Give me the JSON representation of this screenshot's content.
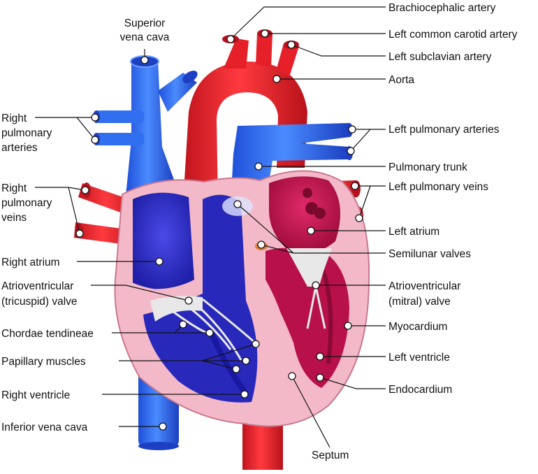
{
  "colors": {
    "vein_blue": "#2f6ff0",
    "vein_blue_dark": "#1d3fc4",
    "artery_red": "#f0262d",
    "artery_red_dark": "#b5121c",
    "myocardium_pink": "#f2b8c6",
    "chamber_left": "#c4124a",
    "chamber_right": "#2626b8",
    "valve_white": "#e6e6e6"
  },
  "labels": {
    "superior_vena_cava": [
      "Superior",
      "vena cava"
    ],
    "brachiocephalic_artery": "Brachiocephalic artery",
    "left_common_carotid_artery": "Left common carotid artery",
    "left_subclavian_artery": "Left subclavian artery",
    "aorta": "Aorta",
    "left_pulmonary_arteries": "Left pulmonary arteries",
    "pulmonary_trunk": "Pulmonary trunk",
    "left_pulmonary_veins": "Left pulmonary veins",
    "left_atrium": "Left atrium",
    "semilunar_valves": "Semilunar valves",
    "av_mitral_valve": [
      "Atrioventricular",
      "(mitral) valve"
    ],
    "myocardium": "Myocardium",
    "left_ventricle": "Left ventricle",
    "endocardium": "Endocardium",
    "septum": "Septum",
    "right_pulmonary_arteries": [
      "Right",
      "pulmonary",
      "arteries"
    ],
    "right_pulmonary_veins": [
      "Right",
      "pulmonary",
      "veins"
    ],
    "right_atrium": "Right atrium",
    "av_tricuspid_valve": [
      "Atrioventricular",
      "(tricuspid) valve"
    ],
    "chordae_tendineae": "Chordae tendineae",
    "papillary_muscles": "Papillary muscles",
    "right_ventricle": "Right ventricle",
    "inferior_vena_cava": "Inferior vena cava"
  }
}
